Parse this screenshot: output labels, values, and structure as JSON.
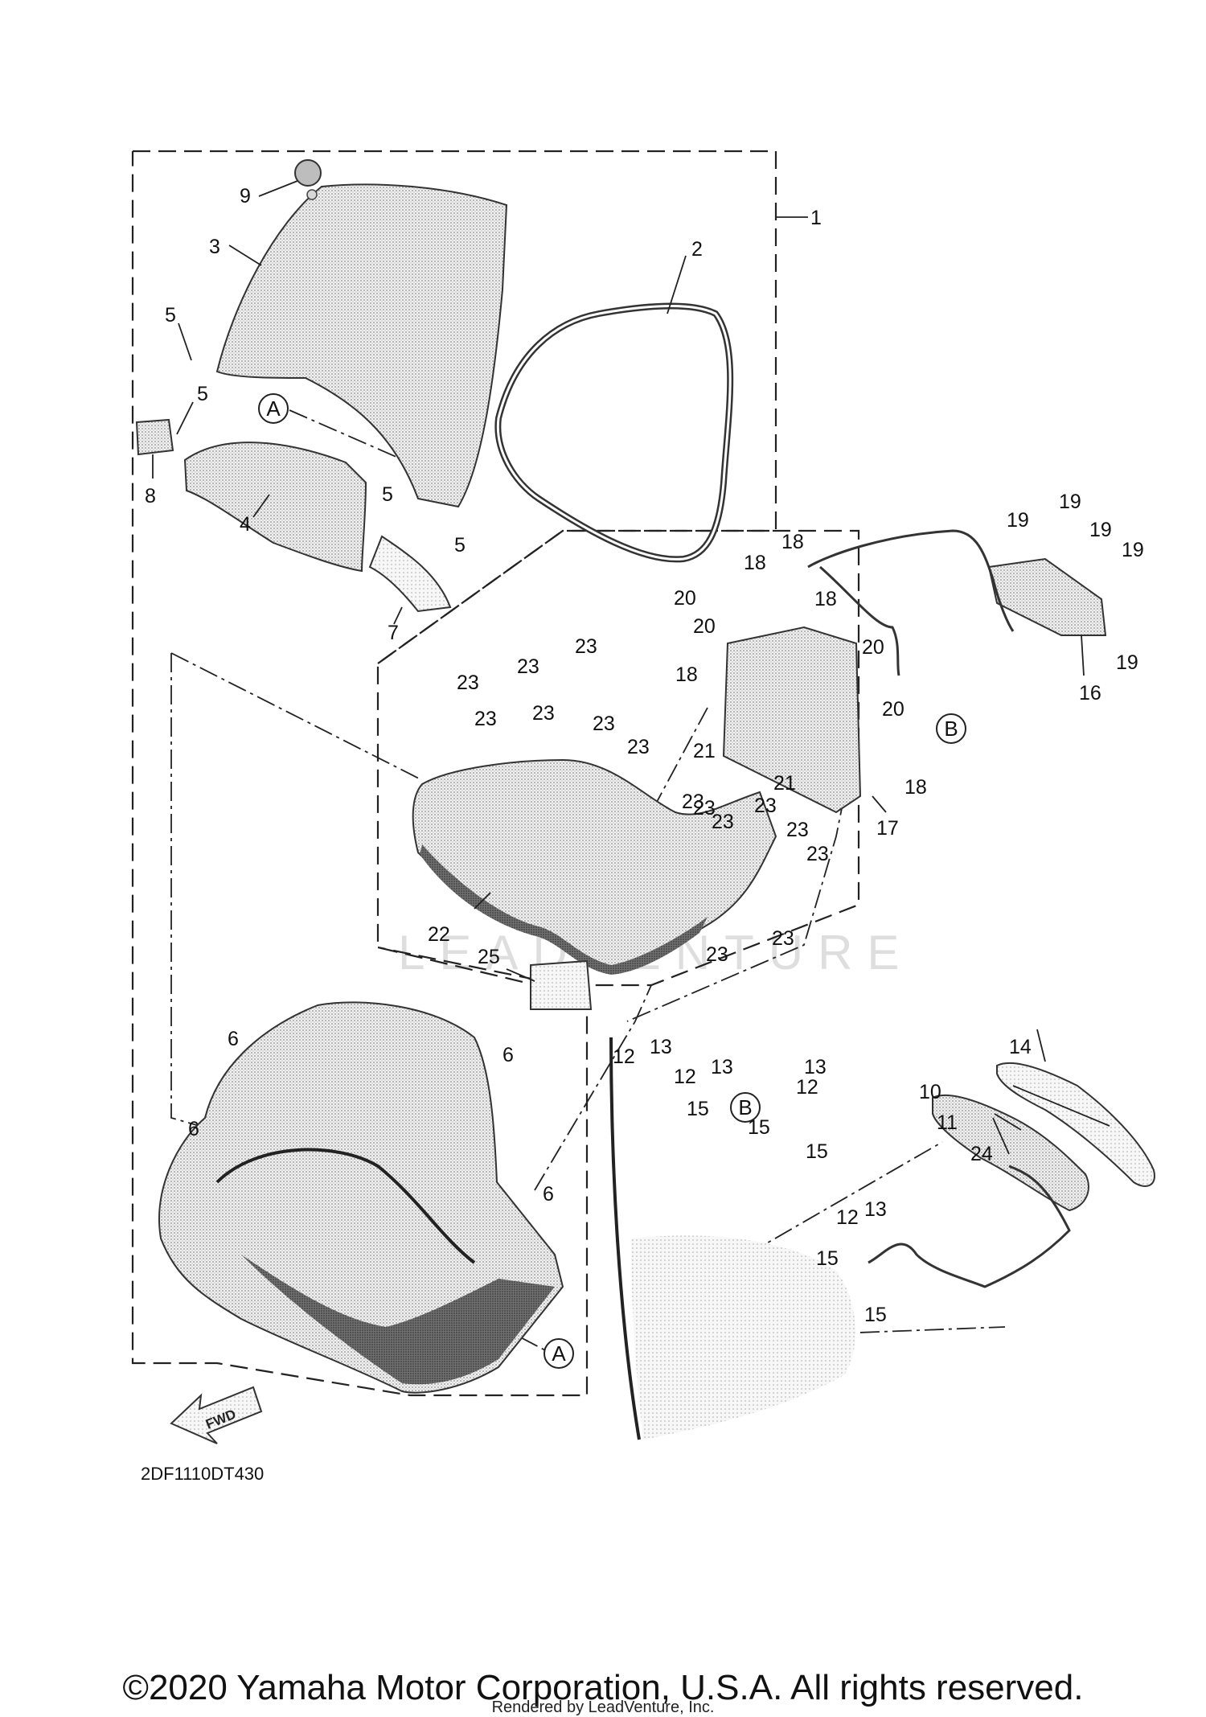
{
  "diagram": {
    "code": "2DF1110DT430",
    "fwd_label": "FWD",
    "watermark": "LEADVENTURE",
    "callout_a": "A",
    "callout_b": "B",
    "labels": {
      "l1": "1",
      "l2": "2",
      "l3": "3",
      "l4": "4",
      "l5a": "5",
      "l5b": "5",
      "l5c": "5",
      "l5d": "5",
      "l6a": "6",
      "l6b": "6",
      "l6c": "6",
      "l6d": "6",
      "l7": "7",
      "l8": "8",
      "l9": "9",
      "l10": "10",
      "l11": "11",
      "l12a": "12",
      "l12b": "12",
      "l12c": "12",
      "l12d": "12",
      "l13a": "13",
      "l13b": "13",
      "l13c": "13",
      "l13d": "13",
      "l14": "14",
      "l15a": "15",
      "l15b": "15",
      "l15c": "15",
      "l15d": "15",
      "l15e": "15",
      "l16": "16",
      "l17": "17",
      "l18a": "18",
      "l18b": "18",
      "l18c": "18",
      "l18d": "18",
      "l18e": "18",
      "l19a": "19",
      "l19b": "19",
      "l19c": "19",
      "l19d": "19",
      "l19e": "19",
      "l20a": "20",
      "l20b": "20",
      "l20c": "20",
      "l20d": "20",
      "l21a": "21",
      "l21b": "21",
      "l22": "22",
      "l23a": "23",
      "l23b": "23",
      "l23c": "23",
      "l23d": "23",
      "l23e": "23",
      "l23f": "23",
      "l23g": "23",
      "l23h": "23",
      "l23i": "23",
      "l23j": "23",
      "l23k": "23",
      "l23l": "23",
      "l23m": "23",
      "l23n": "23",
      "l23o": "23",
      "l24": "24",
      "l25": "25"
    }
  },
  "footer": {
    "copyright": "©2020 Yamaha Motor Corporation, U.S.A. All rights reserved.",
    "rendered_by": "Rendered by LeadVenture, Inc."
  }
}
